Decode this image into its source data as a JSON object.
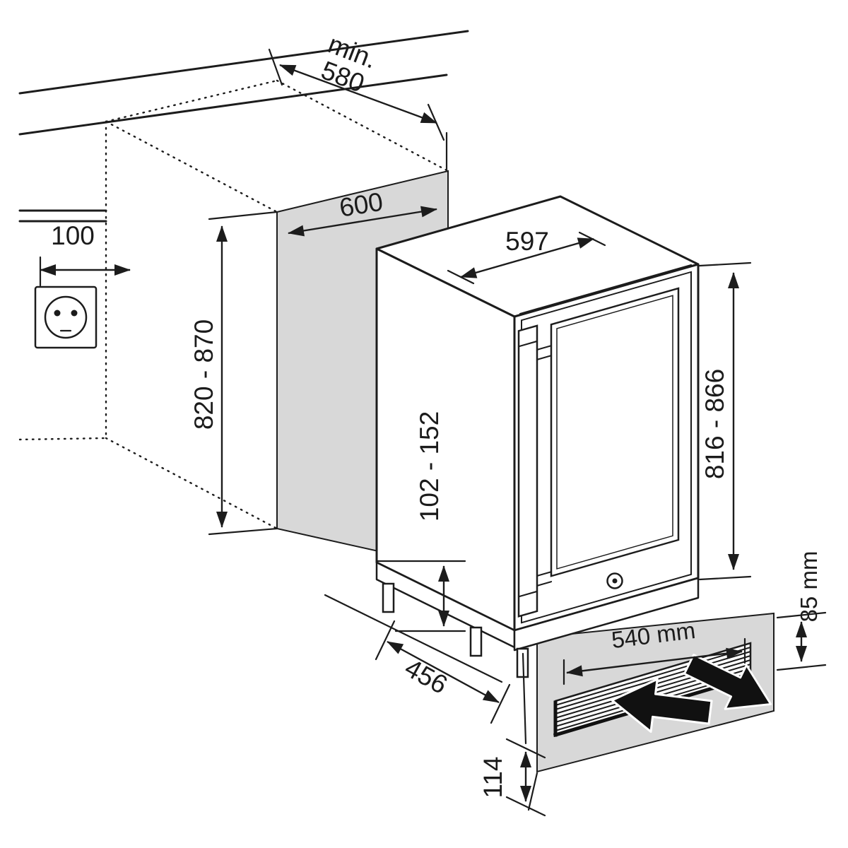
{
  "diagram": {
    "type": "appliance-installation-drawing",
    "labels": {
      "niche_depth_line1": "min.",
      "niche_depth_line2": "580",
      "niche_width": "600",
      "socket_offset": "100",
      "niche_height": "820 - 870",
      "appliance_width": "597",
      "plinth_height": "102 - 152",
      "appliance_height": "816 - 866",
      "vent_width": "540 mm",
      "vent_height": "85 mm",
      "depth_clearance": "456",
      "plinth_depth": "114"
    },
    "colors": {
      "line": "#1c1c1c",
      "panel_gray": "#d8d8d8",
      "background": "#ffffff",
      "arrow_black": "#111111"
    }
  }
}
